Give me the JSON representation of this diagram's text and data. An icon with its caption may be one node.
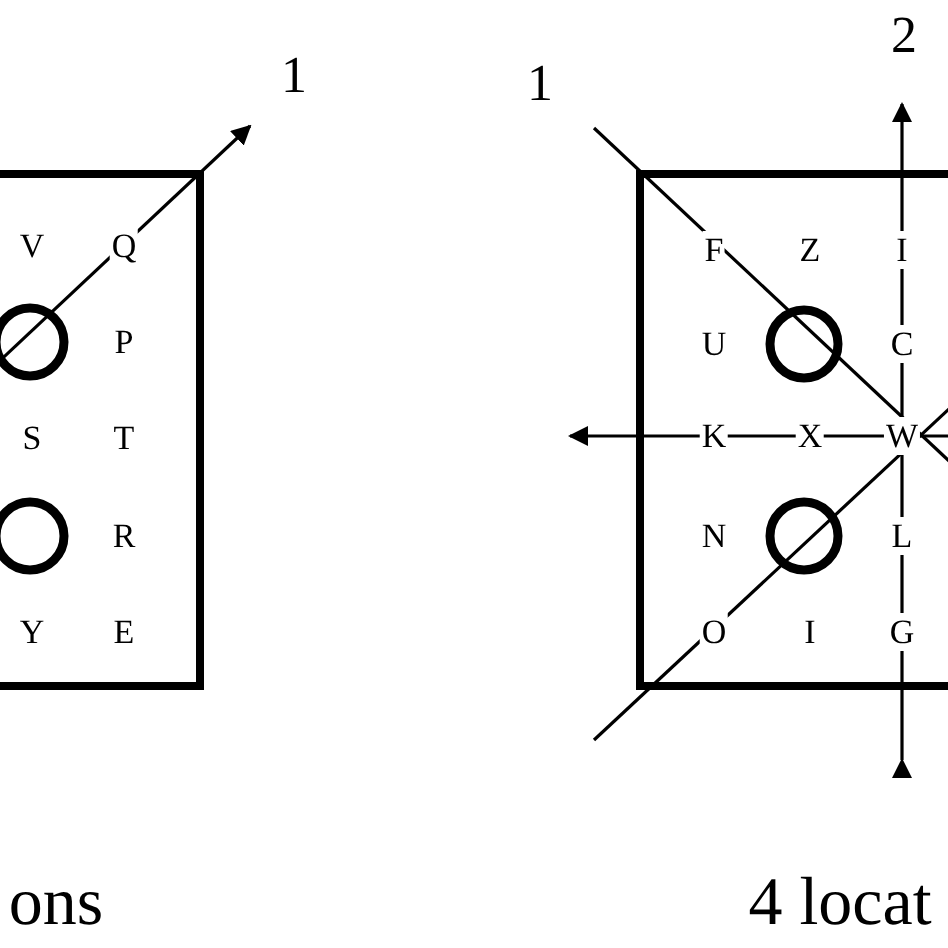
{
  "diagram": {
    "labels": [
      "1",
      "V",
      "Q",
      "P",
      "S",
      "T",
      "R",
      "Y",
      "E",
      "ons",
      "1",
      "2",
      "F",
      "Z",
      "I",
      "U",
      "C",
      "K",
      "X",
      "W",
      "N",
      "L",
      "O",
      "I",
      "G",
      "4 locat"
    ]
  }
}
